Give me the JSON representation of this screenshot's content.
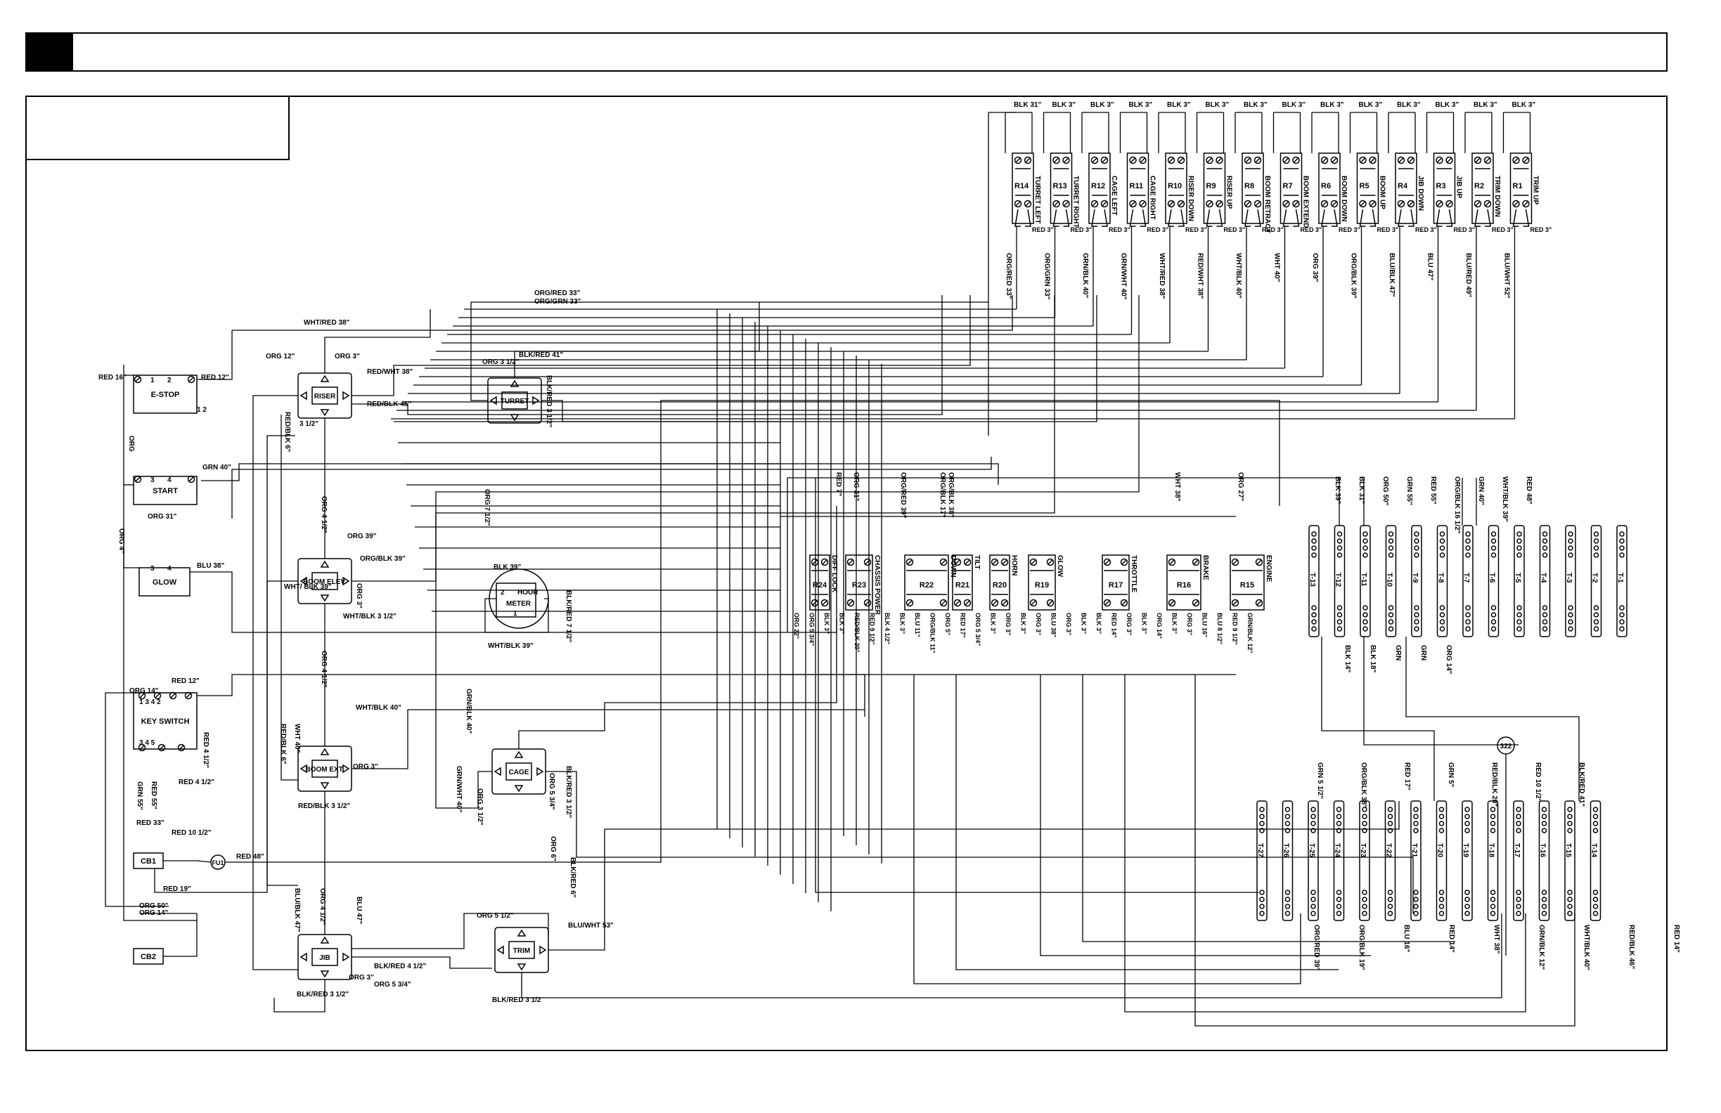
{
  "relay_rows": {
    "top": [
      {
        "id": "R14",
        "func": "TURRET LEFT",
        "feed": "BLK 31\"",
        "out": "ORG/RED 33\""
      },
      {
        "id": "R13",
        "func": "TURRET RIGHT",
        "feed": "BLK 3\"",
        "out": "ORG/GRN 33\""
      },
      {
        "id": "R12",
        "func": "CAGE LEFT",
        "feed": "BLK 3\"",
        "out": "GRN/BLK 40\""
      },
      {
        "id": "R11",
        "func": "CAGE RIGHT",
        "feed": "BLK 3\"",
        "out": "GRN/WHT 40\""
      },
      {
        "id": "R10",
        "func": "RISER DOWN",
        "feed": "BLK 3\"",
        "out": "WHT/RED 38\""
      },
      {
        "id": "R9",
        "func": "RISER UP",
        "feed": "BLK 3\"",
        "out": "RED/WHT 38\""
      },
      {
        "id": "R8",
        "func": "BOOM RETRACT",
        "feed": "BLK 3\"",
        "out": "WHT/BLK 40\""
      },
      {
        "id": "R7",
        "func": "BOOM EXTEND",
        "feed": "BLK 3\"",
        "out": "WHT 40\""
      },
      {
        "id": "R6",
        "func": "BOOM DOWN",
        "feed": "BLK 3\"",
        "out": "ORG 39\""
      },
      {
        "id": "R5",
        "func": "BOOM UP",
        "feed": "BLK 3\"",
        "out": "ORG/BLK 39\""
      },
      {
        "id": "R4",
        "func": "JIB DOWN",
        "feed": "BLK 3\"",
        "out": "BLU/BLK 47\""
      },
      {
        "id": "R3",
        "func": "JIB UP",
        "feed": "BLK 3\"",
        "out": "BLU 47\""
      },
      {
        "id": "R2",
        "func": "TRIM DOWN",
        "feed": "BLK 3\"",
        "out": "BLU/RED 49\""
      },
      {
        "id": "R1",
        "func": "TRIM UP",
        "feed": "BLK 3\"",
        "out": "BLU/WHT 52\""
      }
    ],
    "top_jumper": "RED 3\"",
    "middle": [
      {
        "id": "R24",
        "func": "DIFF LOCK"
      },
      {
        "id": "R23",
        "func": "CHASSIS POWER"
      },
      {
        "id": "R22",
        "func": "DOWN"
      },
      {
        "id": "R21",
        "func": "TILT"
      },
      {
        "id": "R20",
        "func": "HORN"
      },
      {
        "id": "R19",
        "func": "GLOW"
      },
      {
        "id": "R17",
        "func": "THROTTLE"
      },
      {
        "id": "R16",
        "func": "BRAKE"
      },
      {
        "id": "R15",
        "func": "ENGINE"
      }
    ]
  },
  "middle_top_wires": [
    "RED 7\"",
    "ORG 31\"",
    "ORG/RED 39\"",
    "ORG/BLK 17\"",
    "ORG/BLK 38\"",
    "WHT 38\"",
    "ORG 27\""
  ],
  "middle_bottom_wires": [
    "ORG 22\"",
    "ORG 5 3/4\"",
    "BLK 3\"",
    "BLK 3\"",
    "RED/BLK 20\"",
    "RED 9 1/2\"",
    "BLK 4 1/2\"",
    "BLK 3\"",
    "BLU 11\"",
    "ORG/BLK 11\"",
    "ORG 5\"",
    "RED 17\"",
    "ORG 5 3/4\"",
    "BLK 3\"",
    "ORG 3\"",
    "BLK 3\"",
    "ORG 3\"",
    "BLU 38\"",
    "ORG 3\"",
    "BLK 3\"",
    "BLK 3\"",
    "RED 14\"",
    "ORG 3\"",
    "BLK 3\"",
    "ORG 14\"",
    "BLK 3\"",
    "ORG 3\"",
    "BLU 16\"",
    "BLU 8 1/2\"",
    "RED 9 1/2\"",
    "GRN/BLK 12\""
  ],
  "terminal_strip_top": {
    "labels": [
      "T-13",
      "T-12",
      "T-11",
      "T-10",
      "T-9",
      "T-8",
      "T-7",
      "T-6",
      "T-5",
      "T-4",
      "T-3",
      "T-2",
      "T-1"
    ],
    "wires_top": [
      "BLK 39\"",
      "BLK 31\"",
      "ORG 50\"",
      "GRN 55\"",
      "RED 55\"",
      "ORG/BLK 16 1/2\"",
      "GRN 40\"",
      "WHT/BLK 39\"",
      "RED 48\""
    ],
    "wires_bottom": [
      "BLK 14\"",
      "BLK 18\"",
      "GRN",
      "GRN",
      "ORG 14\""
    ]
  },
  "terminal_strip_bottom": {
    "labels": [
      "T-27",
      "T-26",
      "T-25",
      "T-24",
      "T-23",
      "T-22",
      "T-21",
      "T-20",
      "T-19",
      "T-18",
      "T-17",
      "T-16",
      "T-15",
      "T-14"
    ],
    "wires_top": [
      "GRN 5 1/2\"",
      "ORG/BLK 38\"",
      "RED 17\"",
      "GRN 5\"",
      "RED/BLK 20\"",
      "RED 10 1/2\"",
      "BLK/RED 41\""
    ],
    "wires_bottom": [
      "ORG/RED 39\"",
      "ORG/BLK 19\"",
      "BLU 16\"",
      "RED 14\"",
      "WHT 38\"",
      "GRN/BLK 12\"",
      "WHT/BLK 40\"",
      "RED/BLK 46\"",
      "RED 14\""
    ],
    "marker": "322"
  },
  "components": {
    "estop": {
      "name": "E-STOP",
      "t1": "1",
      "t2": "2",
      "pins": "1 2"
    },
    "start": {
      "name": "START",
      "t1": "3",
      "t2": "4"
    },
    "glow": {
      "name": "GLOW",
      "t1": "3",
      "t2": "4"
    },
    "keyswitch": {
      "name": "KEY SWITCH",
      "pins_top": "1  3  4  2",
      "pins_bot": "3  4  5"
    },
    "riser": {
      "name": "RISER"
    },
    "boom_elev": {
      "name": "BOOM ELEV."
    },
    "boom_ext": {
      "name": "BOOM EXT."
    },
    "jib": {
      "name": "JIB"
    },
    "turret": {
      "name": "TURRET"
    },
    "hour_meter": {
      "line1": "2",
      "line2": "HOUR",
      "line3": "METER",
      "line4": "1"
    },
    "cage": {
      "name": "CAGE"
    },
    "trim": {
      "name": "TRIM"
    },
    "cb1": {
      "name": "CB1"
    },
    "cb2": {
      "name": "CB2"
    },
    "fu1": {
      "name": "FU1"
    }
  },
  "left_wires": {
    "red16": "RED 16\"",
    "red12a": "RED 12\"",
    "org": "ORG",
    "grn40": "GRN 40\"",
    "org31": "ORG 31\"",
    "org4": "ORG 4\"",
    "blu38": "BLU 38\"",
    "org14": "ORG 14\"",
    "red12b": "RED 12\"",
    "red4half": "RED 4 1/2\"",
    "red4half2": "RED 4 1/2\"",
    "grn55": "GRN 55\"",
    "red55": "RED 55\"",
    "red33": "RED 33\"",
    "red10": "RED 10 1/2\"",
    "red48": "RED 48\"",
    "red19": "RED 19\"",
    "org50": "ORG 50\"",
    "org14b": "ORG 14\""
  },
  "center_wires": {
    "wht_red38": "WHT/RED 38\"",
    "org12": "ORG 12\"",
    "org3a": "ORG 3\"",
    "red_wht38": "RED/WHT 38\"",
    "red_blk45": "RED/BLK 45\"",
    "red_blk6a": "RED/BLK 6\"",
    "three_half": "3 1/2\"",
    "org4half_a": "ORG 4 1/2\"",
    "org39": "ORG 39\"",
    "org_blk39": "ORG/BLK 39\"",
    "wht_blk39": "WHT/ BLK 39\"",
    "org3b": "ORG 3\"",
    "wht_blk3half": "WHT/BLK 3 1/2\"",
    "org4half_b": "ORG 4 1/2\"",
    "wht_blk40": "WHT/BLK 40\"",
    "wht40": "WHT 40\"",
    "red_blk6b": "RED/BLK 6\"",
    "org3c": "ORG 3\"",
    "red_blk3half": "RED/BLK 3 1/2\"",
    "blu_blk47": "BLU/BLK 47\"",
    "org4half_c": "ORG 4 1/2\"",
    "blu47": "BLU 47\"",
    "org3d": "ORG 3\"",
    "blk_red4half": "BLK/RED 4 1/2\"",
    "org534": "ORG 5 3/4\"",
    "blk_red3half_a": "BLK/RED 3 1/2\"",
    "org_red33": "ORG/RED 33\"",
    "org_grn33": "ORG/GRN 33\"",
    "org_t": "ORG 3 1/2\"",
    "blk_red41": "BLK/RED 41\"",
    "blk_red3half_b": "BLK/RED 3 1/2\"",
    "org7half": "ORG 7 1/2\"",
    "blk39": "BLK 39\"",
    "wht_blk39b": "WHT/BLK 39\"",
    "blk_red7half": "BLK/RED 7 1/2\"",
    "grn_blk40": "GRN/BLK 40\"",
    "grn_wht40": "GRN/WHT 40\"",
    "org3half": "ORG 3 1/2\"",
    "blk_red3half_c": "BLK/RED 3 1/2\"",
    "org534b": "ORG 5 3/4\"",
    "blk_red6": "BLK/RED 6\"",
    "org6": "ORG 6\"",
    "org5half": "ORG 5 1/2\"",
    "blu_wht53": "BLU/WHT 53\"",
    "blk_red3half_d": "BLK/RED 3 1/2"
  }
}
